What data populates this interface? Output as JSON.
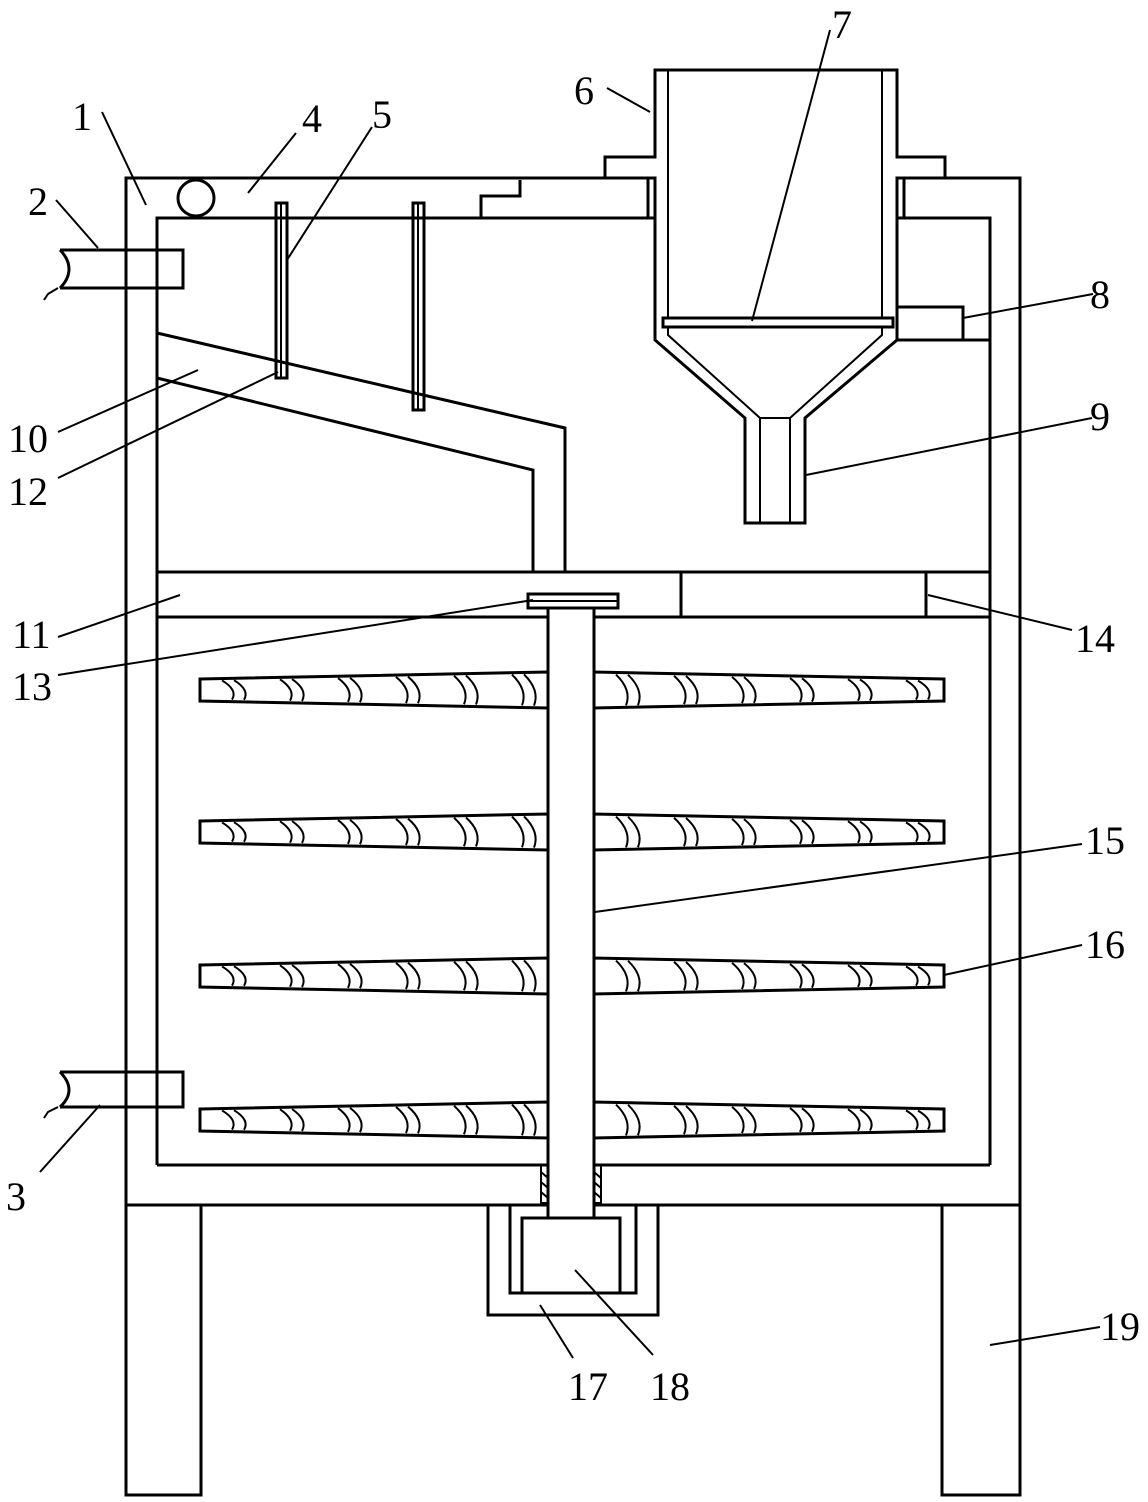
{
  "diagram": {
    "labels": {
      "l1": "1",
      "l2": "2",
      "l3": "3",
      "l4": "4",
      "l5": "5",
      "l6": "6",
      "l7": "7",
      "l8": "8",
      "l9": "9",
      "l10": "10",
      "l11": "11",
      "l12": "12",
      "l13": "13",
      "l14": "14",
      "l15": "15",
      "l16": "16",
      "l17": "17",
      "l18": "18",
      "l19": "19"
    }
  }
}
